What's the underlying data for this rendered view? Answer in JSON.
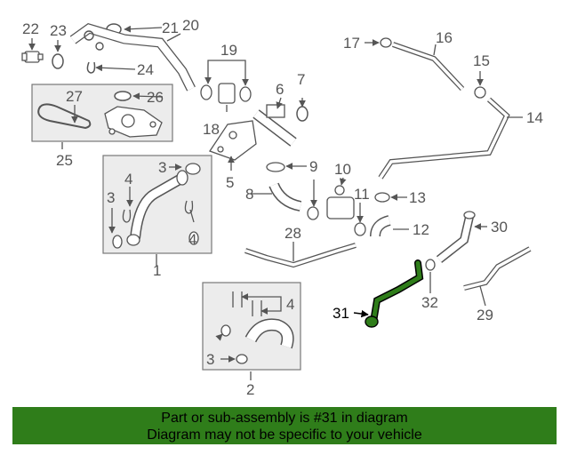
{
  "highlight_color": "#2f7d1a",
  "callouts": {
    "c1": "1",
    "c2": "2",
    "c3a": "3",
    "c3b": "3",
    "c3c": "3",
    "c4a": "4",
    "c4b": "4",
    "c4c": "4",
    "c5": "5",
    "c6": "6",
    "c7": "7",
    "c8": "8",
    "c9": "9",
    "c10": "10",
    "c11": "11",
    "c12": "12",
    "c13": "13",
    "c14": "14",
    "c15": "15",
    "c16": "16",
    "c17": "17",
    "c18": "18",
    "c19": "19",
    "c20": "20",
    "c21": "21",
    "c22": "22",
    "c23": "23",
    "c24": "24",
    "c25": "25",
    "c26": "26",
    "c27": "27",
    "c28": "28",
    "c29": "29",
    "c30": "30",
    "c31": "31",
    "c32": "32"
  },
  "banner": {
    "line1": "Part or sub-assembly is #31 in diagram",
    "line2": "Diagram may not be specific to your vehicle"
  }
}
